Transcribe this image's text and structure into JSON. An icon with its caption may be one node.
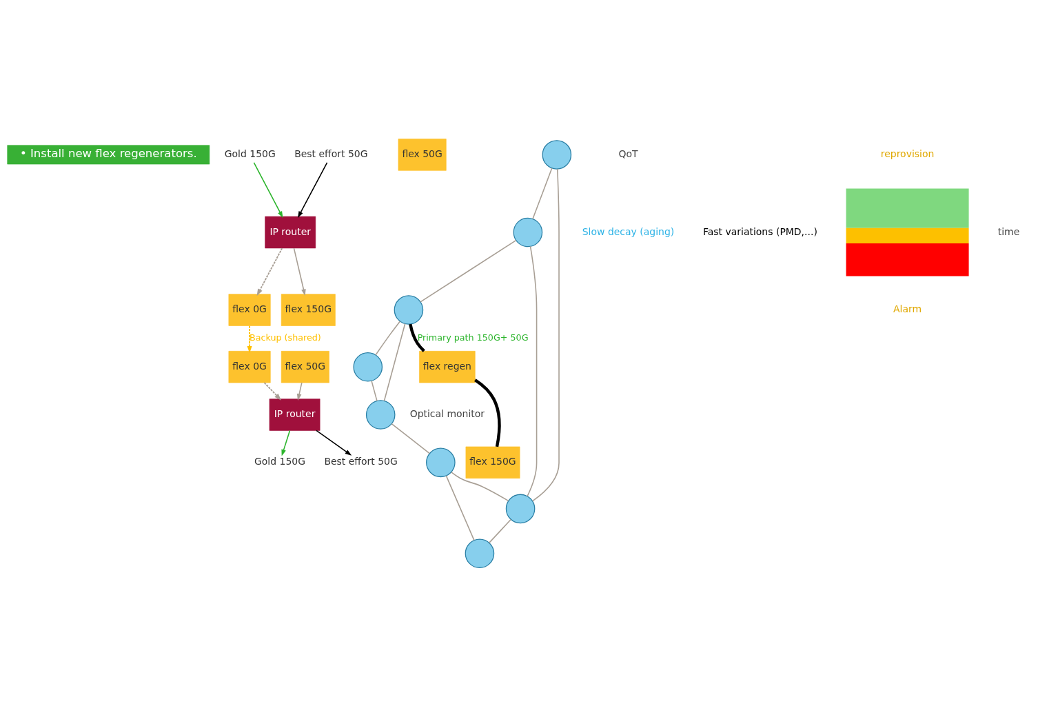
{
  "diagram": {
    "nodes": [
      {
        "text": [
          "• Install new flex regenerators."
        ]
      },
      {
        "text": [
          "Gold 150G"
        ]
      },
      {
        "text": [
          "Best effort 50G"
        ]
      },
      {
        "text": [
          "IP router"
        ]
      },
      {
        "text": [
          "flex 0G"
        ]
      },
      {
        "text": [
          "flex 150G"
        ]
      },
      {
        "text": [
          "flex 50G"
        ]
      },
      {
        "text": [
          "flex regen"
        ]
      },
      {
        "text": [
          "flex 150G"
        ]
      },
      {
        "text": [
          "flex 50G"
        ]
      },
      {
        "text": [
          "flex 0G"
        ]
      },
      {
        "text": [
          "IP router"
        ]
      },
      {
        "text": [
          "Gold 150G"
        ]
      },
      {
        "text": [
          "Best effort 50G"
        ]
      },
      {
        "text": [],
        "shape": "circle"
      },
      {
        "text": [],
        "shape": "circle"
      },
      {
        "text": [],
        "shape": "circle"
      },
      {
        "text": [],
        "shape": "circle"
      },
      {
        "text": [],
        "shape": "circle"
      },
      {
        "text": [],
        "shape": "circle"
      },
      {
        "text": [],
        "shape": "circle"
      },
      {
        "text": [],
        "shape": "circle"
      },
      {
        "text": [],
        "shape": "picture"
      }
    ],
    "edges": [
      {
        "from": 1,
        "to": 3,
        "arrow": "to",
        "color": "#2db52d"
      },
      {
        "from": 2,
        "to": 3,
        "arrow": "to",
        "color": "#000000"
      },
      {
        "from": 3,
        "to": 4,
        "arrow": "to",
        "style": "dashed"
      },
      {
        "from": 3,
        "to": 5,
        "arrow": "to"
      },
      {
        "from": 14,
        "to": 15,
        "arrow": "none"
      },
      {
        "from": 14,
        "to": 16,
        "arrow": "none"
      },
      {
        "from": 15,
        "to": 16,
        "arrow": "none"
      },
      {
        "from": 15,
        "to": 17,
        "arrow": "none"
      },
      {
        "from": 17,
        "to": 18,
        "arrow": "none"
      },
      {
        "from": 17,
        "to": 19,
        "arrow": "none"
      },
      {
        "from": 18,
        "to": 19,
        "arrow": "none"
      },
      {
        "from": 19,
        "to": 20,
        "arrow": "none"
      },
      {
        "from": 20,
        "to": 21,
        "arrow": "none"
      },
      {
        "from": 20,
        "to": 16,
        "arrow": "none"
      },
      {
        "from": 16,
        "to": 21,
        "arrow": "none"
      },
      {
        "from": 17,
        "to": 7,
        "arrow": "none",
        "label": "Primary path 150G+ 50G",
        "style": "thick",
        "color": "#000000"
      },
      {
        "from": 7,
        "to": 8,
        "arrow": "none",
        "style": "thick",
        "color": "#000000"
      },
      {
        "from": 4,
        "to": 10,
        "arrow": "to",
        "label": "Backup (shared)",
        "style": "dashed",
        "color": "#ffc000"
      },
      {
        "from": 9,
        "to": 11,
        "arrow": "to"
      },
      {
        "from": 10,
        "to": 11,
        "arrow": "to",
        "style": "dashed"
      },
      {
        "from": 11,
        "to": 12,
        "arrow": "to",
        "color": "#2db52d"
      },
      {
        "from": 11,
        "to": 13,
        "arrow": "to",
        "color": "#000000"
      }
    ],
    "labels": [
      "Optical monitor",
      "QoT",
      "reprovision",
      "Slow decay (aging)",
      "Fast variations (PMD,...)",
      "time",
      "Alarm"
    ]
  }
}
